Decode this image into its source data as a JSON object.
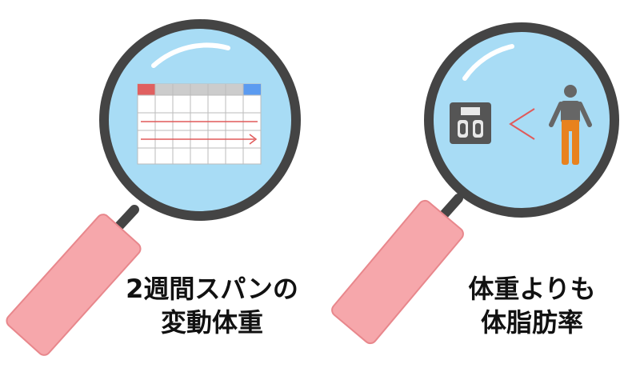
{
  "left": {
    "caption_line1": "2週間スパンの",
    "caption_line2": "変動体重",
    "icon": "calendar-table-icon"
  },
  "right": {
    "caption_line1": "体重よりも",
    "caption_line2": "体脂肪率",
    "icons": [
      "body-scale-icon",
      "less-than-icon",
      "person-icon"
    ]
  },
  "colors": {
    "lens_fill": "#a8dcf5",
    "lens_rim": "#444444",
    "handle": "#f6a7ab",
    "handle_stroke": "#e8878c",
    "accent_red": "#e05a5a",
    "accent_blue": "#5b9bf0",
    "person_body": "#666666",
    "person_legs": "#e8821e"
  }
}
